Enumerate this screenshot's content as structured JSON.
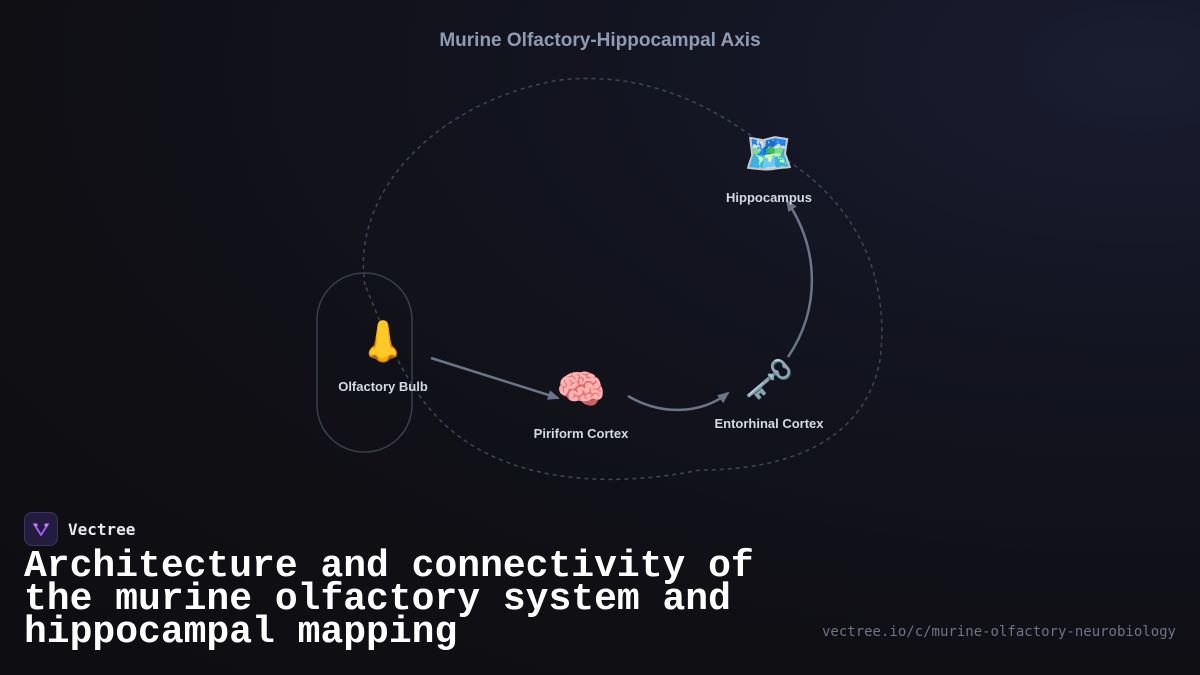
{
  "diagram": {
    "title": "Murine Olfactory-Hippocampal Axis",
    "nodes": [
      {
        "id": "olfactory-bulb",
        "label": "Olfactory Bulb",
        "icon": "nose-icon",
        "glyph": "👃"
      },
      {
        "id": "piriform-cortex",
        "label": "Piriform Cortex",
        "icon": "brain-icon",
        "glyph": "🧠"
      },
      {
        "id": "entorhinal-cortex",
        "label": "Entorhinal Cortex",
        "icon": "key-icon",
        "glyph": "🗝️"
      },
      {
        "id": "hippocampus",
        "label": "Hippocampus",
        "icon": "map-icon",
        "glyph": "🗺️"
      }
    ],
    "edges": [
      {
        "from": "olfactory-bulb",
        "to": "piriform-cortex"
      },
      {
        "from": "piriform-cortex",
        "to": "entorhinal-cortex"
      },
      {
        "from": "entorhinal-cortex",
        "to": "hippocampus"
      }
    ],
    "colors": {
      "arrow": "#6b7488",
      "dashed_boundary": "#3f4658",
      "bulb_outline": "#3a3f4c"
    }
  },
  "brand": {
    "name": "Vectree",
    "logo_icon": "vectree-logo-icon",
    "logo_color": "#a855f7"
  },
  "headline": "Architecture and connectivity of the murine olfactory system and hippocampal mapping",
  "footer": {
    "url": "vectree.io/c/murine-olfactory-neurobiology"
  }
}
